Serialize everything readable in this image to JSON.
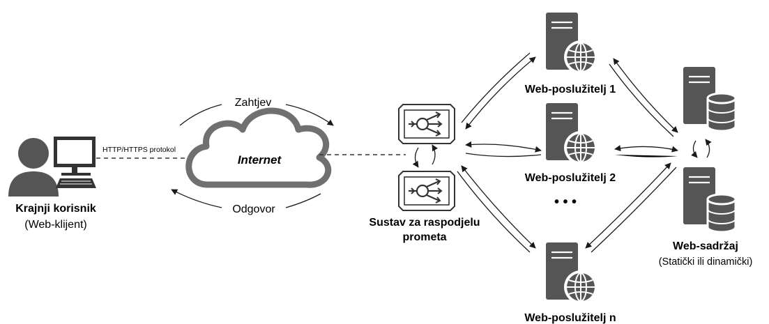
{
  "client": {
    "title": "Krajnji korisnik",
    "subtitle": "(Web-klijent)",
    "connection_label": "HTTP/HTTPS protokol"
  },
  "internet": {
    "label": "Internet",
    "request_label": "Zahtjev",
    "response_label": "Odgovor"
  },
  "load_balancer": {
    "label_line1": "Sustav za raspodjelu",
    "label_line2": "prometa"
  },
  "servers": [
    {
      "label": "Web-poslužitelj 1"
    },
    {
      "label": "Web-poslužitelj 2"
    },
    {
      "label": "Web-poslužitelj n"
    }
  ],
  "ellipsis": "• • •",
  "content": {
    "title": "Web-sadržaj",
    "subtitle": "(Statički ili dinamički)"
  },
  "colors": {
    "icon_dark": "#555555",
    "cloud_stroke": "#707070"
  }
}
